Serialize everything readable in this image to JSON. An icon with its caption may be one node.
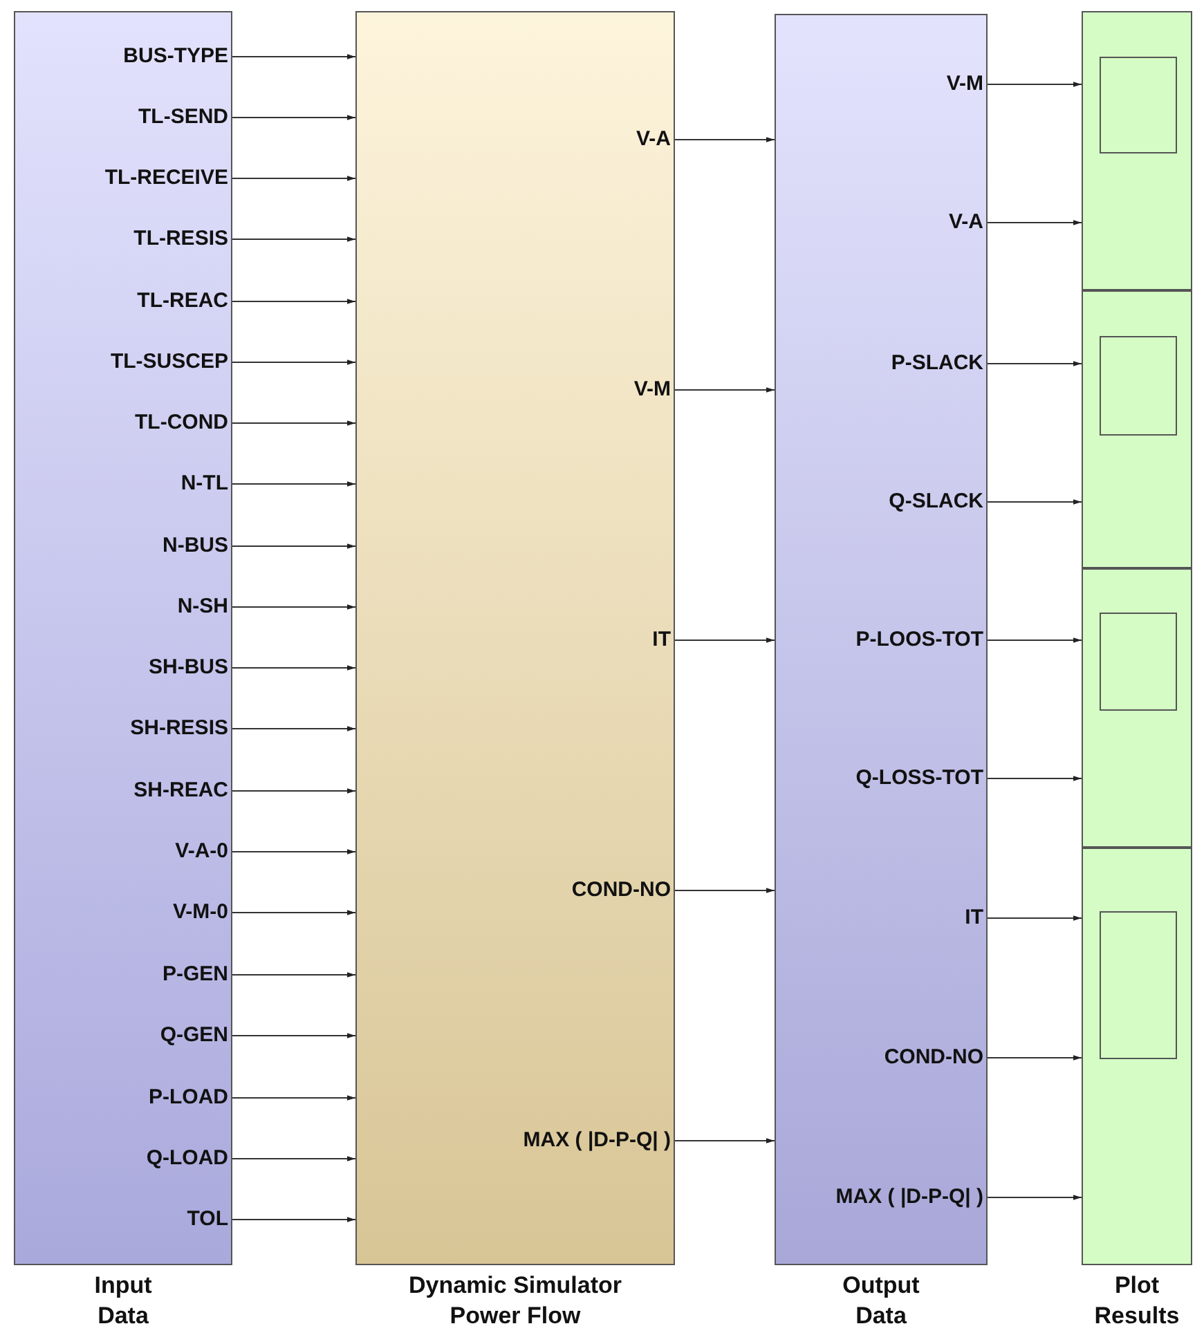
{
  "diagram": {
    "nodes": [
      {
        "text": [
          "Input Data"
        ]
      },
      {
        "text": [
          "BUS-TYPE"
        ],
        "in": 0
      },
      {
        "text": [
          "TL-SEND"
        ],
        "in": 0
      },
      {
        "text": [
          "TL-RECEIVE"
        ],
        "in": 0
      },
      {
        "text": [
          "TL-RESIS"
        ],
        "in": 0
      },
      {
        "text": [
          "TL-REAC"
        ],
        "in": 0
      },
      {
        "text": [
          "TL-SUSCEP"
        ],
        "in": 0
      },
      {
        "text": [
          "TL-COND"
        ],
        "in": 0
      },
      {
        "text": [
          "N-TL"
        ],
        "in": 0
      },
      {
        "text": [
          "N-BUS"
        ],
        "in": 0
      },
      {
        "text": [
          "N-SH"
        ],
        "in": 0
      },
      {
        "text": [
          "SH-BUS"
        ],
        "in": 0
      },
      {
        "text": [
          "SH-RESIS"
        ],
        "in": 0
      },
      {
        "text": [
          "SH-REAC"
        ],
        "in": 0
      },
      {
        "text": [
          "V-A-0"
        ],
        "in": 0
      },
      {
        "text": [
          "V-M-0"
        ],
        "in": 0
      },
      {
        "text": [
          "P-GEN"
        ],
        "in": 0
      },
      {
        "text": [
          "Q-GEN"
        ],
        "in": 0
      },
      {
        "text": [
          "P-LOAD"
        ],
        "in": 0
      },
      {
        "text": [
          "Q-LOAD"
        ],
        "in": 0
      },
      {
        "text": [
          "TOL"
        ],
        "in": 0
      },
      {
        "text": [
          "Dynamic Simulator Power Flow"
        ]
      },
      {
        "text": [
          "V-A"
        ],
        "in": 21
      },
      {
        "text": [
          "V-M"
        ],
        "in": 21
      },
      {
        "text": [
          "IT"
        ],
        "in": 21
      },
      {
        "text": [
          "COND-NO"
        ],
        "in": 21
      },
      {
        "text": [
          "MAX ( |D-P-Q| )"
        ],
        "in": 21
      },
      {
        "text": [
          "Output Data"
        ]
      },
      {
        "text": [
          "V-M"
        ],
        "in": 27
      },
      {
        "text": [
          "V-A"
        ],
        "in": 27
      },
      {
        "text": [
          "P-SLACK"
        ],
        "in": 27
      },
      {
        "text": [
          "Q-SLACK"
        ],
        "in": 27
      },
      {
        "text": [
          "P-LOOS-TOT"
        ],
        "in": 27
      },
      {
        "text": [
          "Q-LOSS-TOT"
        ],
        "in": 27
      },
      {
        "text": [
          "IT"
        ],
        "in": 27
      },
      {
        "text": [
          "COND-NO"
        ],
        "in": 27
      },
      {
        "text": [
          "MAX ( |D-P-Q| )"
        ],
        "in": 27
      },
      {
        "text": [
          "Plot Results"
        ]
      },
      {
        "text": [],
        "shape": "box",
        "in": 37
      },
      {
        "text": [],
        "shape": "box",
        "in": 37
      },
      {
        "text": [],
        "shape": "box",
        "in": 37
      },
      {
        "text": [],
        "shape": "box",
        "in": 37
      }
    ],
    "edges": [
      {
        "from": 1,
        "to": 21,
        "arrow": "to"
      },
      {
        "from": 2,
        "to": 21,
        "arrow": "to"
      },
      {
        "from": 3,
        "to": 21,
        "arrow": "to"
      },
      {
        "from": 4,
        "to": 21,
        "arrow": "to"
      },
      {
        "from": 5,
        "to": 21,
        "arrow": "to"
      },
      {
        "from": 6,
        "to": 21,
        "arrow": "to"
      },
      {
        "from": 7,
        "to": 21,
        "arrow": "to"
      },
      {
        "from": 8,
        "to": 21,
        "arrow": "to"
      },
      {
        "from": 9,
        "to": 21,
        "arrow": "to"
      },
      {
        "from": 10,
        "to": 21,
        "arrow": "to"
      },
      {
        "from": 11,
        "to": 21,
        "arrow": "to"
      },
      {
        "from": 12,
        "to": 21,
        "arrow": "to"
      },
      {
        "from": 13,
        "to": 21,
        "arrow": "to"
      },
      {
        "from": 14,
        "to": 21,
        "arrow": "to"
      },
      {
        "from": 15,
        "to": 21,
        "arrow": "to"
      },
      {
        "from": 16,
        "to": 21,
        "arrow": "to"
      },
      {
        "from": 17,
        "to": 21,
        "arrow": "to"
      },
      {
        "from": 18,
        "to": 21,
        "arrow": "to"
      },
      {
        "from": 19,
        "to": 21,
        "arrow": "to"
      },
      {
        "from": 20,
        "to": 21,
        "arrow": "to"
      },
      {
        "from": 22,
        "to": 27,
        "arrow": "to"
      },
      {
        "from": 23,
        "to": 27,
        "arrow": "to"
      },
      {
        "from": 24,
        "to": 27,
        "arrow": "to"
      },
      {
        "from": 25,
        "to": 27,
        "arrow": "to"
      },
      {
        "from": 26,
        "to": 27,
        "arrow": "to"
      },
      {
        "from": 28,
        "to": 38,
        "arrow": "to"
      },
      {
        "from": 29,
        "to": 38,
        "arrow": "to"
      },
      {
        "from": 30,
        "to": 39,
        "arrow": "to"
      },
      {
        "from": 31,
        "to": 39,
        "arrow": "to"
      },
      {
        "from": 32,
        "to": 40,
        "arrow": "to"
      },
      {
        "from": 33,
        "to": 40,
        "arrow": "to"
      },
      {
        "from": 34,
        "to": 41,
        "arrow": "to"
      },
      {
        "from": 35,
        "to": 41,
        "arrow": "to"
      },
      {
        "from": 36,
        "to": 41,
        "arrow": "to"
      }
    ]
  }
}
